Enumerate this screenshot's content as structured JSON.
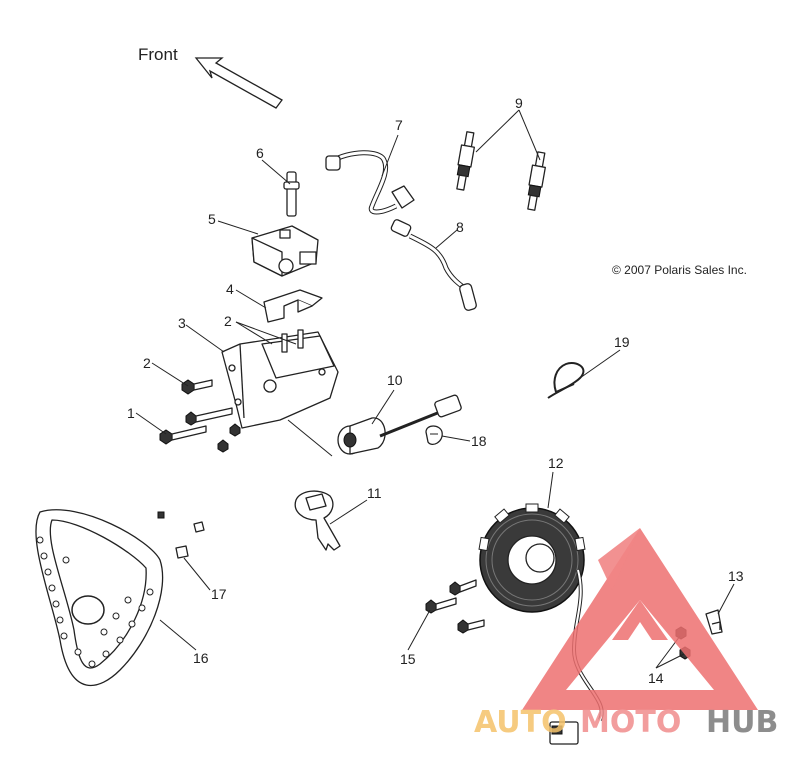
{
  "diagram": {
    "front_label": "Front",
    "copyright": "© 2007 Polaris Sales Inc.",
    "callouts": [
      "1",
      "2",
      "2",
      "3",
      "4",
      "5",
      "6",
      "7",
      "8",
      "9",
      "10",
      "11",
      "12",
      "13",
      "14",
      "15",
      "16",
      "17",
      "18",
      "19"
    ]
  },
  "watermark": {
    "word_1": "AUTO",
    "word_2": "MOTO",
    "word_3": "HUB",
    "colors": {
      "auto": "#f5c36a",
      "moto": "#f08c8c",
      "hub": "#7a7a7a",
      "logo": "#ee7070"
    }
  }
}
